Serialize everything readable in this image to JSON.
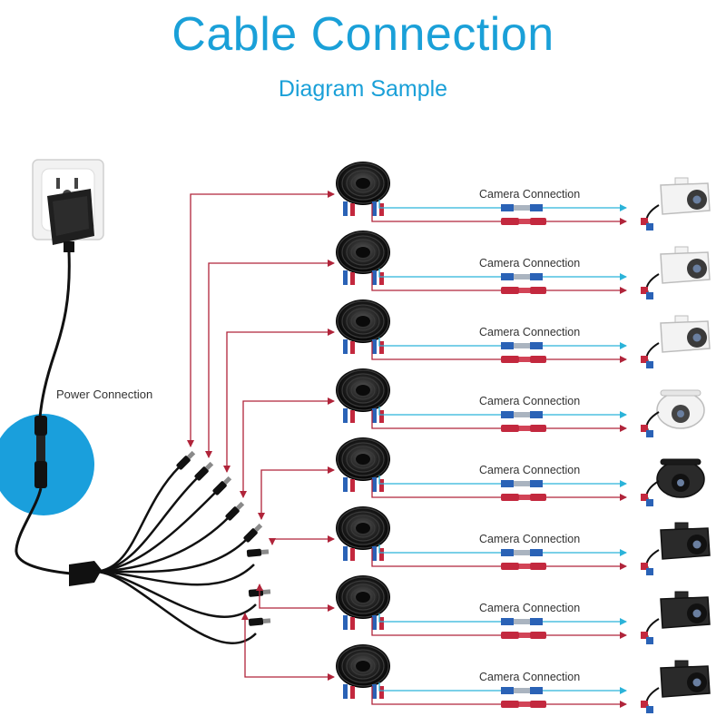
{
  "header": {
    "title": "Cable Connection",
    "subtitle": "Diagram Sample"
  },
  "power": {
    "label": "Power Connection"
  },
  "camera_rows": [
    {
      "label": "Camera Connection",
      "camera_style": "bullet-white"
    },
    {
      "label": "Camera Connection",
      "camera_style": "bullet-white"
    },
    {
      "label": "Camera Connection",
      "camera_style": "bullet-white"
    },
    {
      "label": "Camera Connection",
      "camera_style": "dome-white"
    },
    {
      "label": "Camera Connection",
      "camera_style": "dome-black"
    },
    {
      "label": "Camera Connection",
      "camera_style": "bullet-black"
    },
    {
      "label": "Camera Connection",
      "camera_style": "bullet-black"
    },
    {
      "label": "Camera Connection",
      "camera_style": "bullet-black"
    }
  ],
  "colors": {
    "title": "#1aa0d8",
    "power_line": "#b0243a",
    "video_line": "#2bb3d9",
    "highlight_circle": "#1a9fdc"
  },
  "icons": {
    "outlet": "wall-outlet-icon",
    "adapter": "power-adapter-icon",
    "splitter": "power-splitter-icon",
    "cable_coil": "bnc-cable-coil-icon"
  }
}
